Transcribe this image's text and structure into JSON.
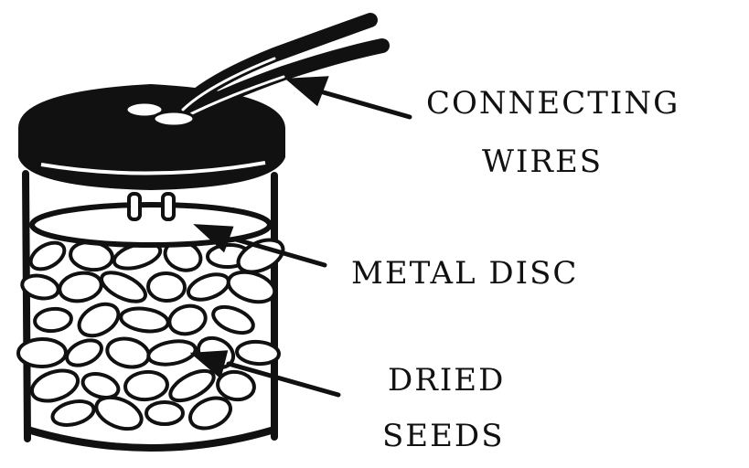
{
  "labels": {
    "connecting_line1": "CONNECTING",
    "connecting_line2": "WIRES",
    "metal_disc": "METAL DISC",
    "dried_line1": "DRIED",
    "dried_line2": "SEEDS"
  }
}
